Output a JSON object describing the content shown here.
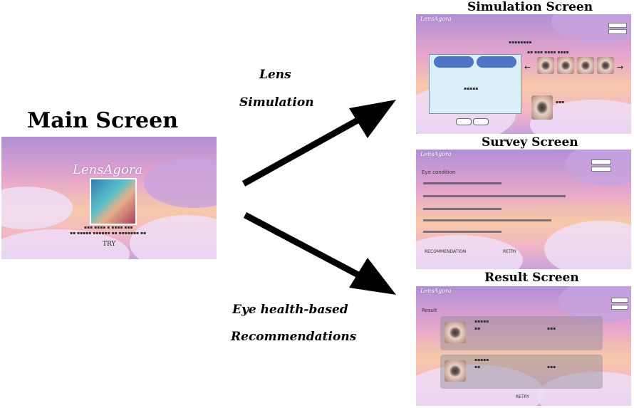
{
  "labels": {
    "main": "Main Screen",
    "simulation": "Simulation Screen",
    "survey": "Survey Screen",
    "result": "Result Screen"
  },
  "arrows": {
    "upper_l1": "Lens",
    "upper_l2": "Simulation",
    "lower_l1": "Eye health-based",
    "lower_l2": "Recommendations"
  },
  "main_panel": {
    "logo": "LensAgora",
    "button": "TRY"
  },
  "simulation_panel": {
    "logo": "LensAgora"
  },
  "survey_panel": {
    "logo": "LensAgora",
    "heading": "Eye condition",
    "recommend_button": "RECOMMENDATION",
    "retry_button": "RETRY"
  },
  "result_panel": {
    "logo": "LensAgora",
    "heading": "Result",
    "retry_button": "RETRY"
  },
  "colors": {
    "sky_top": "#b18fd6",
    "sky_mid": "#e7a6cc",
    "sky_warm": "#f6c9a8",
    "cloud": "#eedef6",
    "button_blue": "#4f73c7",
    "panel_light": "#d9f0f8"
  }
}
